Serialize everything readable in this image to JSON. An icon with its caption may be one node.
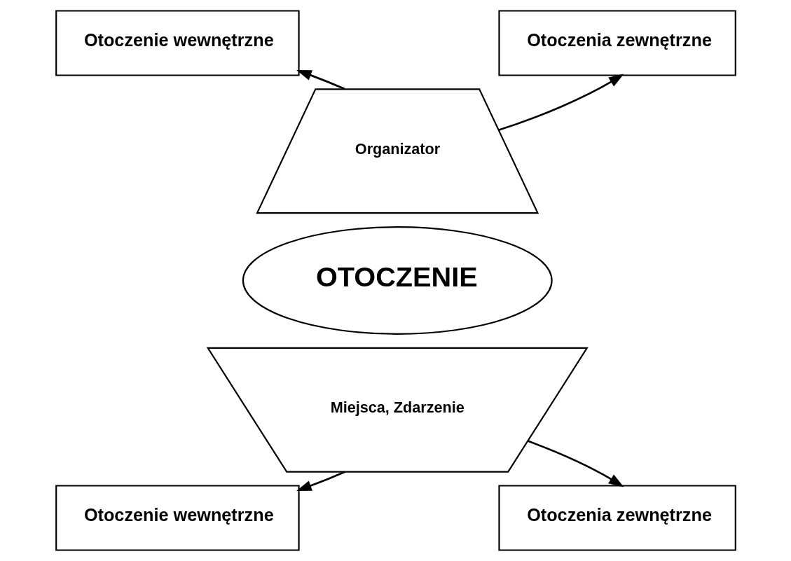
{
  "diagram": {
    "nodes": [
      {
        "text": [
          "Otoczenie wewnętrzne"
        ]
      },
      {
        "text": [
          "Otoczenia zewnętrzne"
        ]
      },
      {
        "text": [
          "Organizator"
        ]
      },
      {
        "text": [
          "OTOCZENIE"
        ]
      },
      {
        "text": [
          "Miejsca, Zdarzenie"
        ]
      },
      {
        "text": [
          "Otoczenie wewnętrzne"
        ]
      },
      {
        "text": [
          "Otoczenia zewnętrzne"
        ]
      }
    ],
    "edges": [
      {
        "from": 2,
        "to": 0,
        "arrow": "to"
      },
      {
        "from": 2,
        "to": 1,
        "arrow": "to"
      },
      {
        "from": 4,
        "to": 5,
        "arrow": "to"
      },
      {
        "from": 4,
        "to": 6,
        "arrow": "to"
      }
    ]
  }
}
